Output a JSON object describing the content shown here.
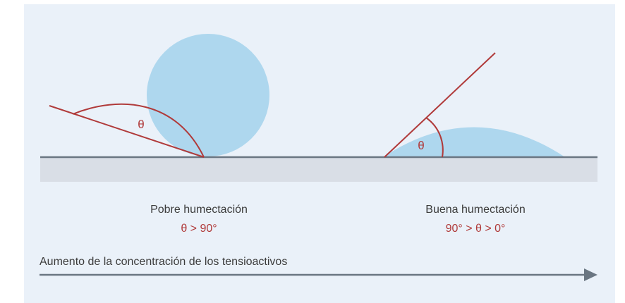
{
  "colors": {
    "panel_background": "#eaf1f9",
    "droplet": "#aed7ee",
    "substrate": "#d9dee6",
    "surface_line": "#6a7682",
    "angle_lines": "#b03a3a",
    "arrow": "#6a7682",
    "label_text": "#3c3c3c"
  },
  "poor_wetting": {
    "angle_symbol": "θ",
    "title": "Pobre humectación",
    "condition": "θ > 90°"
  },
  "good_wetting": {
    "angle_symbol": "θ",
    "title": "Buena humectación",
    "condition": "90° > θ > 0°"
  },
  "axis": {
    "caption": "Aumento de la concentración de los tensioactivos"
  }
}
